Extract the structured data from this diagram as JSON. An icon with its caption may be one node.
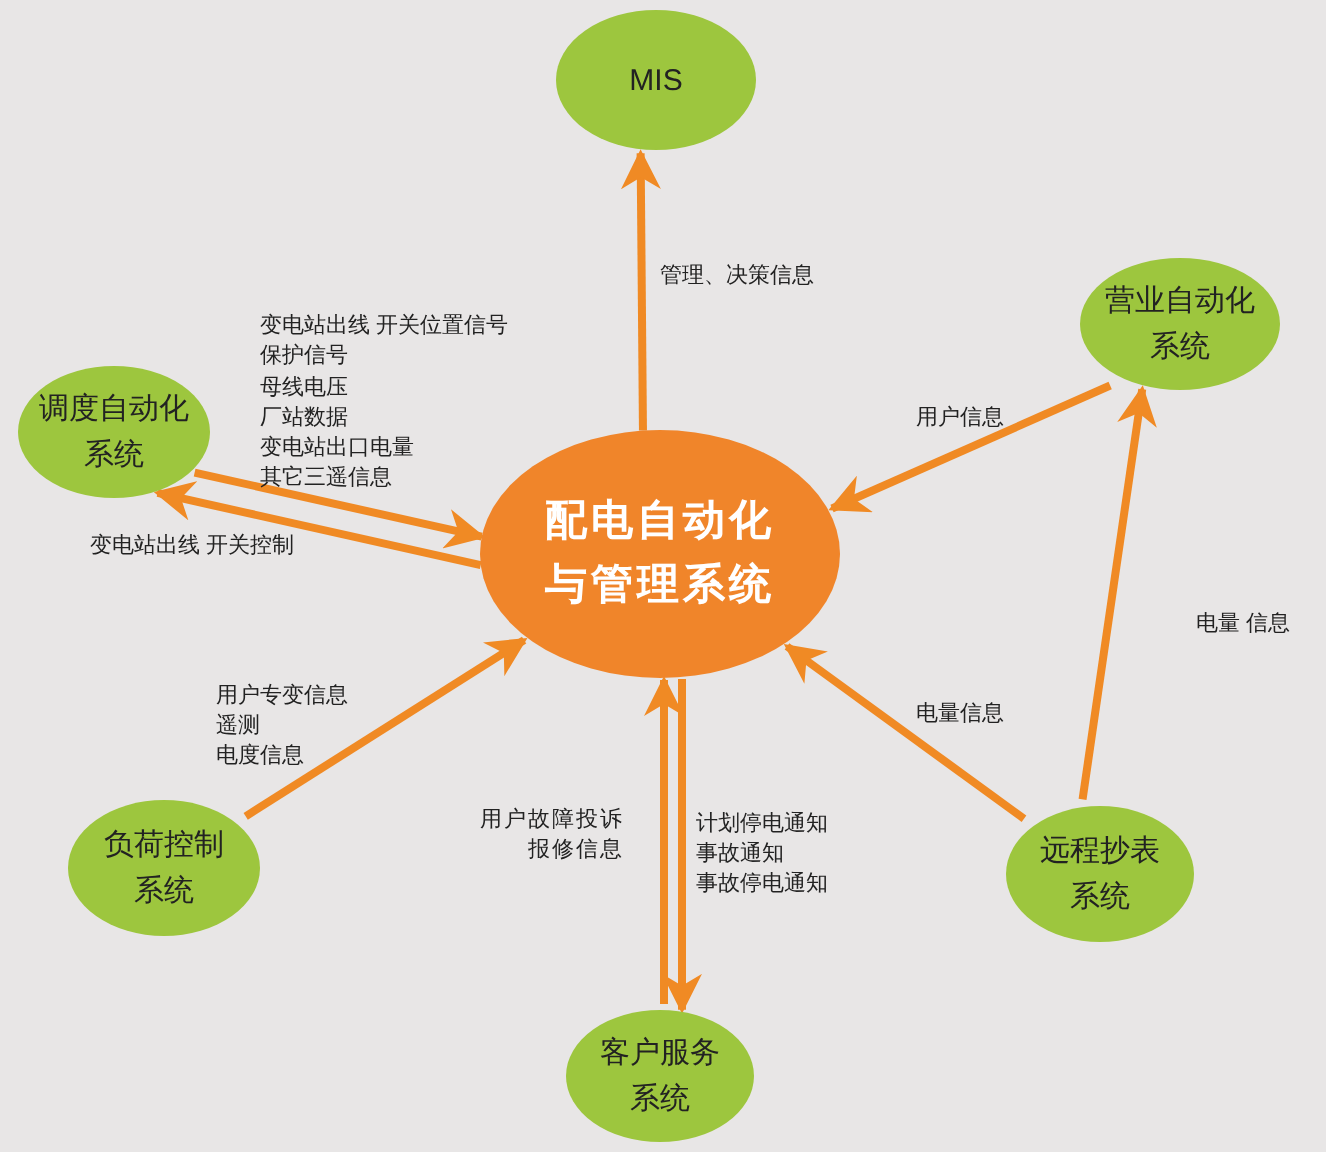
{
  "diagram": {
    "nodes": [
      {
        "text": [
          "配电自动化与管理系统"
        ]
      },
      {
        "text": [
          "MIS"
        ]
      },
      {
        "text": [
          "调度自动化系统"
        ]
      },
      {
        "text": [
          "营业自动化系统"
        ]
      },
      {
        "text": [
          "负荷控制系统"
        ]
      },
      {
        "text": [
          "客户服务系统"
        ]
      },
      {
        "text": [
          "远程抄表系统"
        ]
      }
    ],
    "edges": [
      {
        "from": 0,
        "to": 1,
        "arrow": "to",
        "label": "管理、决策信息"
      },
      {
        "from": 2,
        "to": 0,
        "arrow": "to"
      },
      {
        "from": 0,
        "to": 2,
        "arrow": "to",
        "label": "变电站出线 开关控制"
      },
      {
        "from": 3,
        "to": 0,
        "arrow": "to",
        "label": "用户信息"
      },
      {
        "from": 4,
        "to": 0,
        "arrow": "to"
      },
      {
        "from": 5,
        "to": 0,
        "arrow": "to",
        "label": "用户故障投诉报修信息"
      },
      {
        "from": 0,
        "to": 5,
        "arrow": "to"
      },
      {
        "from": 6,
        "to": 0,
        "arrow": "to",
        "label": "电量信息"
      },
      {
        "from": 6,
        "to": 3,
        "arrow": "to",
        "label": "电量 信息"
      }
    ],
    "labels": [
      "变电站出线 开关位置信号",
      "保护信号",
      "母线电压",
      "厂站数据",
      "变电站出口电量",
      "其它三遥信息",
      "用户专变信息",
      "遥测",
      "电度信息",
      "计划停电通知",
      "事故通知",
      "事故停电通知"
    ]
  }
}
